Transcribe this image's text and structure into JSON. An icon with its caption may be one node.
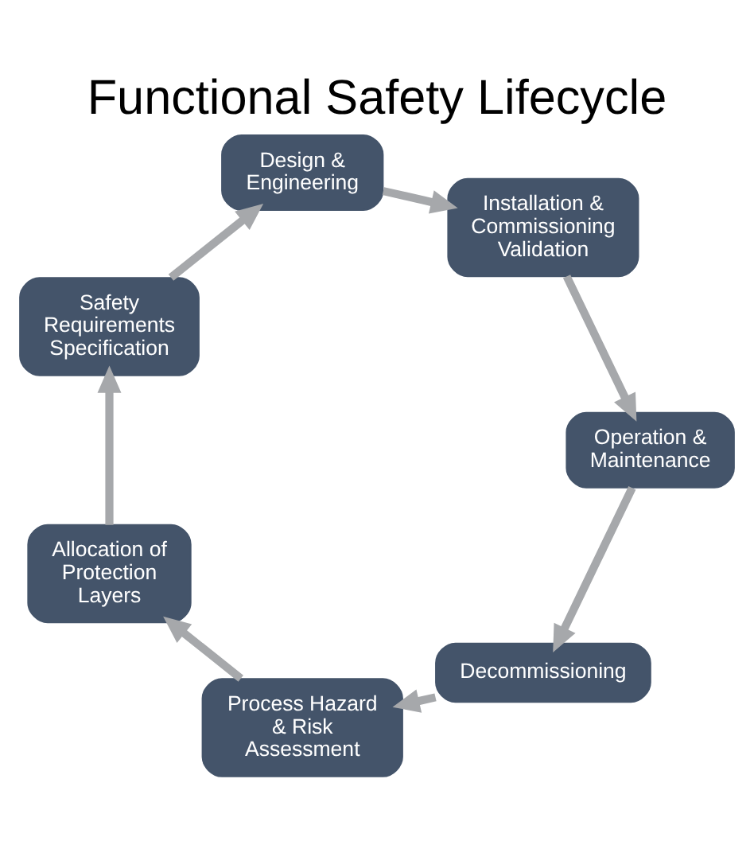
{
  "diagram": {
    "title": "Functional Safety Lifecycle",
    "nodes": [
      {
        "text": [
          "Process Hazard & Risk Assessment"
        ]
      },
      {
        "text": [
          "Allocation of Protection Layers"
        ]
      },
      {
        "text": [
          "Safety Requirements Specification"
        ]
      },
      {
        "text": [
          "Design & Engineering"
        ]
      },
      {
        "text": [
          "Installation & Commissioning Validation"
        ]
      },
      {
        "text": [
          "Operation & Maintenance"
        ]
      },
      {
        "text": [
          "Decommissioning"
        ]
      }
    ],
    "edges": [
      {
        "from": 0,
        "to": 1,
        "arrow": "to"
      },
      {
        "from": 1,
        "to": 2,
        "arrow": "to"
      },
      {
        "from": 2,
        "to": 3,
        "arrow": "to"
      },
      {
        "from": 3,
        "to": 4,
        "arrow": "to"
      },
      {
        "from": 4,
        "to": 5,
        "arrow": "to"
      },
      {
        "from": 5,
        "to": 6,
        "arrow": "to"
      },
      {
        "from": 6,
        "to": 0,
        "arrow": "to"
      }
    ]
  }
}
